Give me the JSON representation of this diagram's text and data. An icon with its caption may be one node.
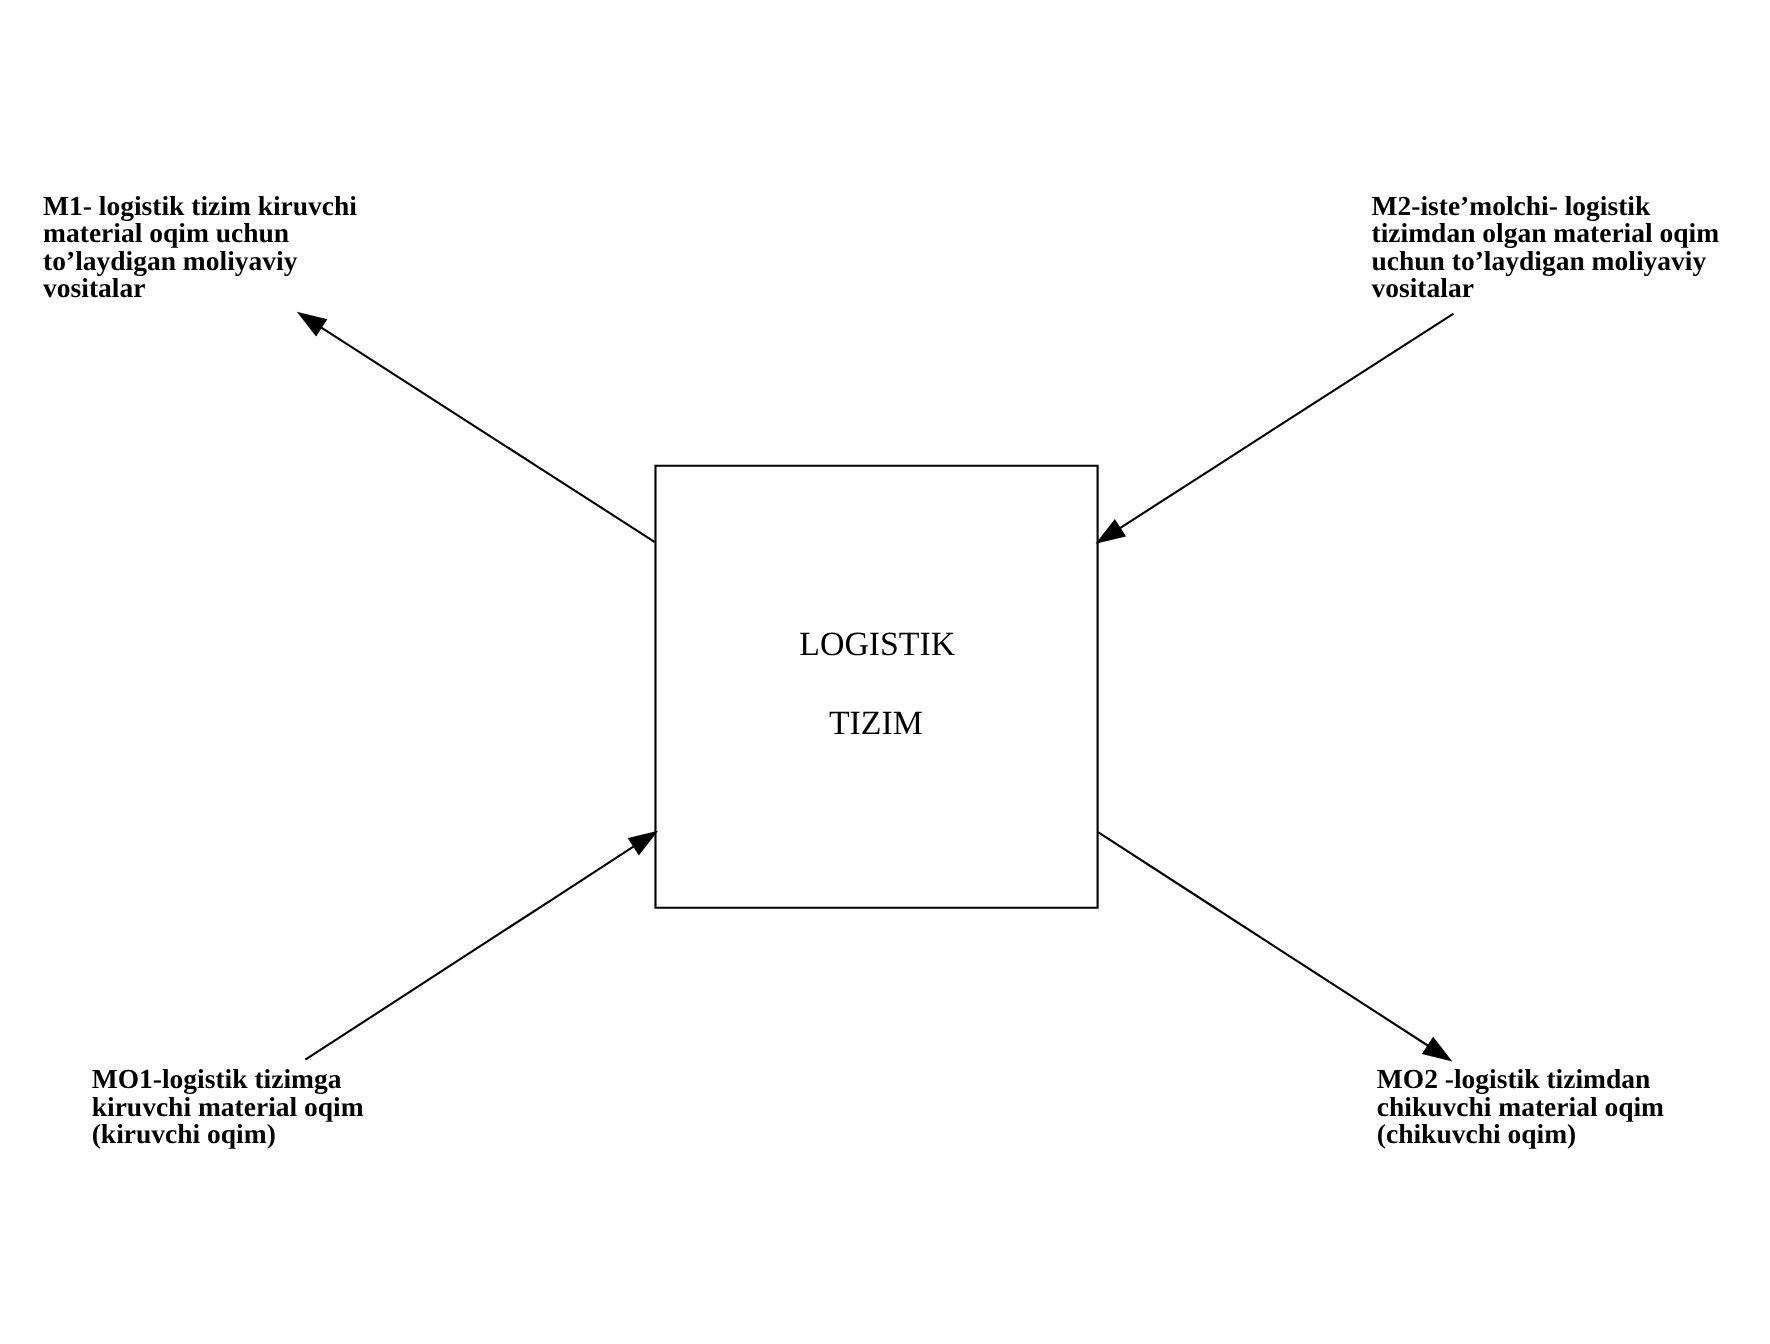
{
  "diagram": {
    "nodes": [
      {
        "text": [
          "LOGISTIK TIZIM"
        ]
      },
      {
        "text": [
          "M1- logistik tizim kiruvchi material oqim uchun to’laydigan moliyaviy vositalar"
        ]
      },
      {
        "text": [
          "M2-iste’molchi- logistik tizimdan olgan material oqim uchun to’laydigan moliyaviy vositalar"
        ]
      },
      {
        "text": [
          "MO1-logistik tizimga kiruvchi material oqim (kiruvchi oqim)"
        ]
      },
      {
        "text": [
          "MO2 -logistik tizimdan chikuvchi material oqim (chikuvchi oqim)"
        ]
      }
    ],
    "edges": [
      {
        "from": 0,
        "to": 1,
        "arrow": "to"
      },
      {
        "from": 2,
        "to": 0,
        "arrow": "to"
      },
      {
        "from": 3,
        "to": 0,
        "arrow": "to"
      },
      {
        "from": 0,
        "to": 4,
        "arrow": "to"
      }
    ]
  }
}
